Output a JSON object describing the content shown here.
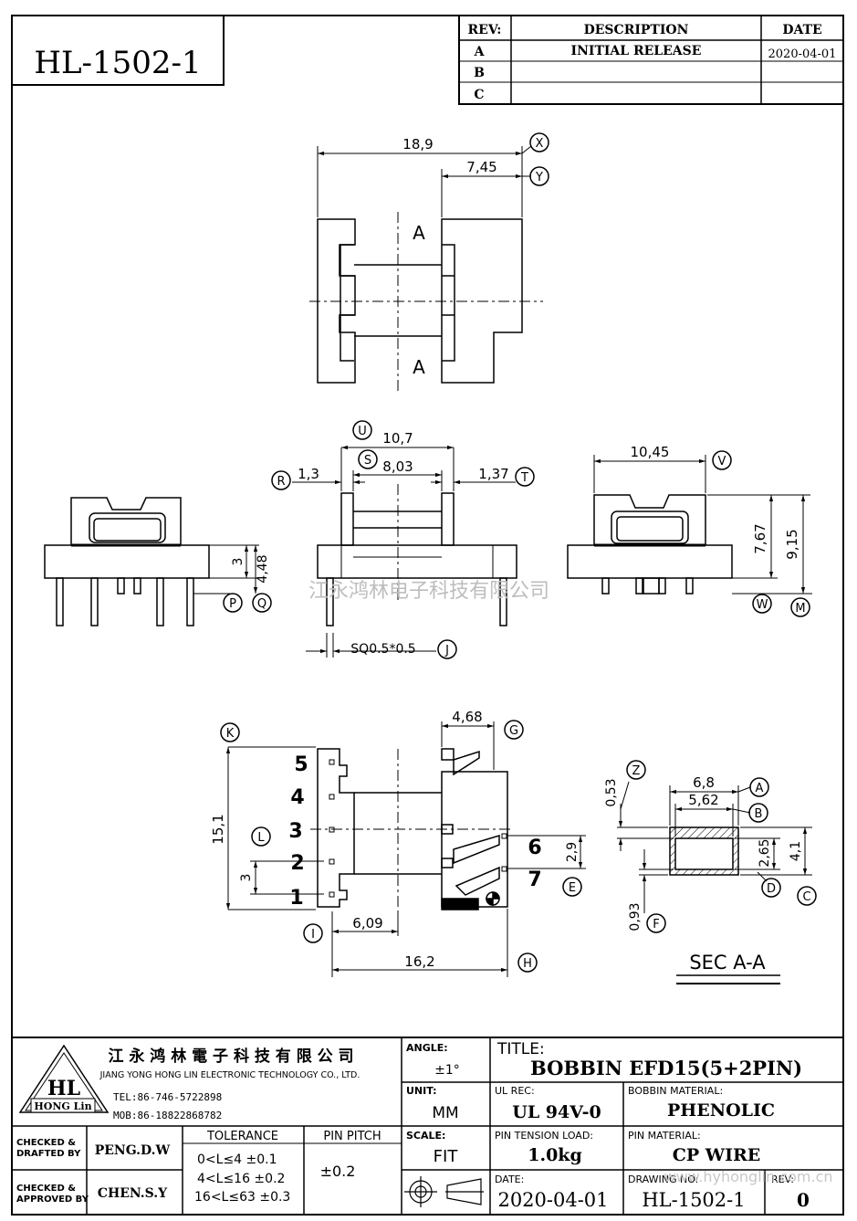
{
  "drawing_no_header": "HL-1502-1",
  "revision_table": {
    "headers": {
      "rev": "REV:",
      "description": "DESCRIPTION",
      "date": "DATE"
    },
    "rows": [
      {
        "rev": "A",
        "description": "INITIAL RELEASE",
        "date": "2020-04-01"
      },
      {
        "rev": "B",
        "description": "",
        "date": ""
      },
      {
        "rev": "C",
        "description": "",
        "date": ""
      }
    ]
  },
  "watermark": "江永鸿林电子科技有限公司",
  "top_view": {
    "dim_overall": "18,9",
    "dim_right": "7,45",
    "callout_x": "X",
    "callout_y": "Y",
    "section_top": "A",
    "section_bottom": "A"
  },
  "front_view": {
    "dim_width": "10,7",
    "dim_inner": "8,03",
    "dim_left": "1,3",
    "dim_right": "1,37",
    "dim_pin": "SQ0.5*0.5",
    "callout_u": "U",
    "callout_s": "S",
    "callout_r": "R",
    "callout_t": "T",
    "callout_j": "J"
  },
  "left_view": {
    "dim_3": "3",
    "dim_448": "4,48",
    "callout_p": "P",
    "callout_q": "Q"
  },
  "right_view": {
    "dim_width": "10,45",
    "dim_767": "7,67",
    "dim_915": "9,15",
    "callout_v": "V",
    "callout_w": "W",
    "callout_m": "M"
  },
  "bottom_view": {
    "dim_468": "4,68",
    "dim_151": "15,1",
    "dim_3": "3",
    "dim_609": "6,09",
    "dim_162": "16,2",
    "dim_29": "2,9",
    "pins_left": [
      "5",
      "4",
      "3",
      "2",
      "1"
    ],
    "pins_right": [
      "6",
      "7"
    ],
    "callout_k": "K",
    "callout_g": "G",
    "callout_l": "L",
    "callout_i": "I",
    "callout_h": "H",
    "callout_e": "E"
  },
  "section_view": {
    "dim_68": "6,8",
    "dim_562": "5,62",
    "dim_053": "0,53",
    "dim_265": "2,65",
    "dim_41": "4,1",
    "dim_093": "0,93",
    "callout_z": "Z",
    "callout_a": "A",
    "callout_b": "B",
    "callout_d": "D",
    "callout_c": "C",
    "callout_f": "F",
    "label": "SEC A-A"
  },
  "title_block": {
    "company_cn": "江 永 鸿 林 電 子 科 技 有 限 公 司",
    "company_en": "JIANG YONG HONG LIN ELECTRONIC TECHNOLOGY CO., LTD.",
    "tel": "TEL:86-746-5722898",
    "mob": "MOB:86-18822868782",
    "logo_text": "HL",
    "logo_sub": "HONG Lin",
    "angle_label": "ANGLE:",
    "angle_value": "±1°",
    "title_label": "TITLE:",
    "title_value": "BOBBIN    EFD15(5+2PIN)",
    "unit_label": "UNIT:",
    "unit_value": "MM",
    "ul_label": "UL REC:",
    "ul_value": "UL 94V-0",
    "bobbin_mat_label": "BOBBIN MATERIAL:",
    "bobbin_mat_value": "PHENOLIC",
    "checked_drafted_label_1": "CHECKED &",
    "checked_drafted_label_2": "DRAFTED BY",
    "checked_drafted_value": "PENG.D.W",
    "checked_approved_label_1": "CHECKED &",
    "checked_approved_label_2": "APPROVED BY",
    "checked_approved_value": "CHEN.S.Y",
    "tolerance_label": "TOLERANCE",
    "tolerance_rows": [
      "0<L≤4  ±0.1",
      "4<L≤16 ±0.2",
      "16<L≤63 ±0.3"
    ],
    "pin_pitch_label": "PIN PITCH",
    "pin_pitch_value": "±0.2",
    "scale_label": "SCALE:",
    "scale_value": "FIT",
    "pin_tension_label": "PIN TENSION LOAD:",
    "pin_tension_value": "1.0kg",
    "pin_material_label": "PIN MATERIAL:",
    "pin_material_value": "CP WIRE",
    "date_label": "DATE:",
    "date_value": "2020-04-01",
    "drawing_no_label": "DRAWING NO:",
    "drawing_no_value": "HL-1502-1",
    "rev_label": "REV:",
    "rev_value": "0",
    "website": "www.hyhonglin.com.cn"
  }
}
